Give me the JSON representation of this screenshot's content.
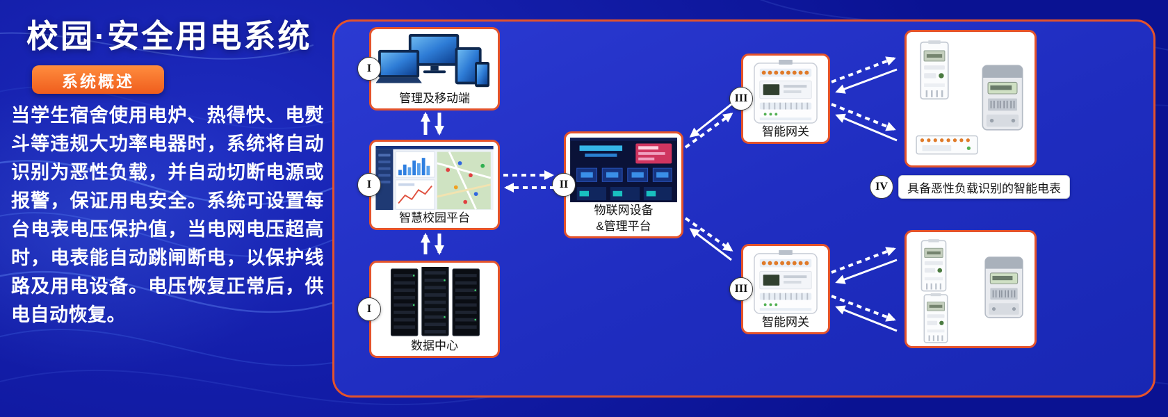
{
  "colors": {
    "accent_orange": "#e4532b",
    "badge_orange": "#ef5d1d",
    "panel_blue": "#2030c4",
    "background_blue": "#131da8",
    "arrow_white": "#ffffff"
  },
  "header": {
    "title": "校园·安全用电系统",
    "badge": "系统概述"
  },
  "overview": {
    "text": "当学生宿舍使用电炉、热得快、电熨斗等违规大功率电器时，系统将自动识别为恶性负载，并自动切断电源或报警，保证用电安全。系统可设置每台电表电压保护值，当电网电压超高时，电表能自动跳闸断电，以保护线路及用电设备。电压恢复正常后，供电自动恢复。"
  },
  "diagram": {
    "management": {
      "numeral": "I",
      "label": "管理及移动端"
    },
    "platform": {
      "numeral": "I",
      "label": "智慧校园平台"
    },
    "datacenter": {
      "numeral": "I",
      "label": "数据中心"
    },
    "iot": {
      "numeral": "II",
      "label_line1": "物联网设备",
      "label_line2": "&管理平台"
    },
    "gateway_top": {
      "numeral": "III",
      "label": "智能网关"
    },
    "gateway_bottom": {
      "numeral": "III",
      "label": "智能网关"
    },
    "meters": {
      "numeral": "IV",
      "label": "具备恶性负载识别的智能电表"
    }
  }
}
